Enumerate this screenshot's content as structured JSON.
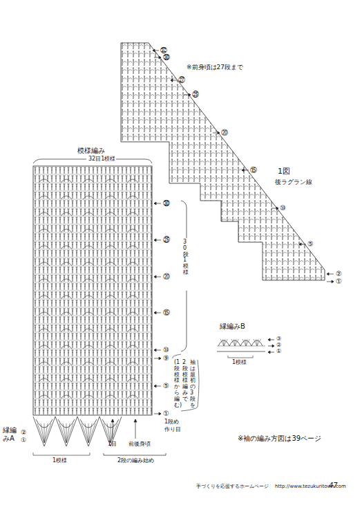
{
  "diagram": {
    "labels": [
      "㉜",
      "㉚",
      "※前身頃は27段まで",
      "㉗",
      "㉕",
      "⑳",
      "⑮",
      "1図",
      "後ラグラン線",
      "⑩",
      "⑤",
      "②",
      "①",
      "模様編み",
      "32目1模様",
      "㉚",
      "㉕",
      "30段1模様",
      "⑳",
      "⑮",
      "縁編みB",
      "③",
      "②",
      "①",
      "1模様",
      "⑩",
      "⑨",
      "袖は最初の3段を",
      "2段模様編みで",
      "(1段模様から編む)",
      "⑤",
      "①",
      "1段め",
      "作り目",
      "縁編みA",
      "②",
      "①",
      "1模様",
      "1目",
      "前後身頃",
      "2段の編み始め",
      "※袖の編み方図は39ページ",
      "手づくりを応援するホームページ",
      "http://www.tezukuritown.com",
      "47"
    ]
  }
}
